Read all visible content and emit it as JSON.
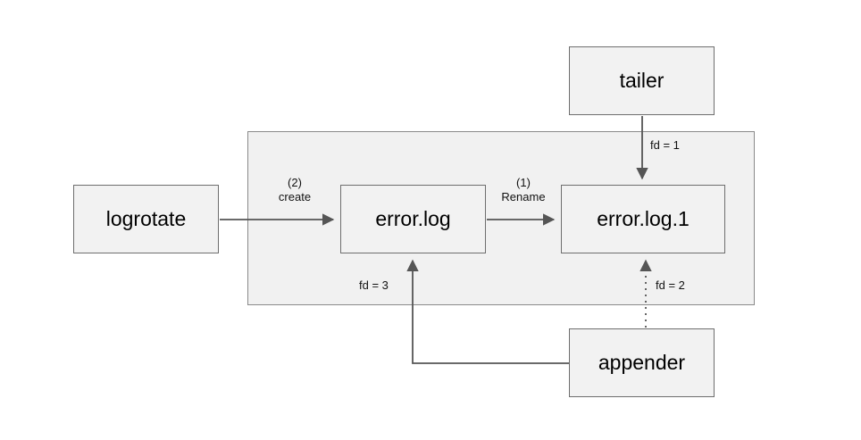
{
  "diagram": {
    "nodes": {
      "tailer": {
        "label": "tailer"
      },
      "logrotate": {
        "label": "logrotate"
      },
      "error_log": {
        "label": "error.log"
      },
      "error_log_1": {
        "label": "error.log.1"
      },
      "appender": {
        "label": "appender"
      }
    },
    "edges": {
      "create": {
        "step": "(2)",
        "label": "create"
      },
      "rename": {
        "step": "(1)",
        "label": "Rename"
      },
      "fd1": {
        "label": "fd = 1"
      },
      "fd2": {
        "label": "fd = 2"
      },
      "fd3": {
        "label": "fd = 3"
      }
    },
    "colors": {
      "box_fill": "#f2f2f2",
      "box_border": "#6e6e6e",
      "arrow": "#555555",
      "background": "#ffffff"
    }
  }
}
